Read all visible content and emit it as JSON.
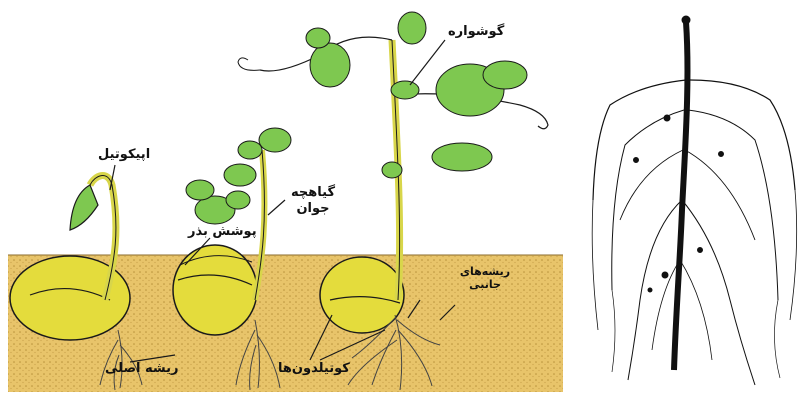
{
  "labels": {
    "epicotyl": "اپیکوتیل",
    "seed_coat": "پوشش بذر",
    "young_plant_line1": "گیاهچه",
    "young_plant_line2": "جوان",
    "tendril": "گوشواره",
    "lateral_roots_line1": "ریشه‌های",
    "lateral_roots_line2": "جانبی",
    "cotyledons": "کوتیلدون‌ها",
    "primary_root": "ریشه اصلی"
  },
  "colors": {
    "soil": "#e8c46a",
    "seed": "#e4dc3c",
    "stem": "#d8d64a",
    "leaf": "#7ec850",
    "outline": "#1a1a1a",
    "root_photo": "#111111"
  },
  "icons": [
    "seedling-drawing",
    "root-photo"
  ]
}
